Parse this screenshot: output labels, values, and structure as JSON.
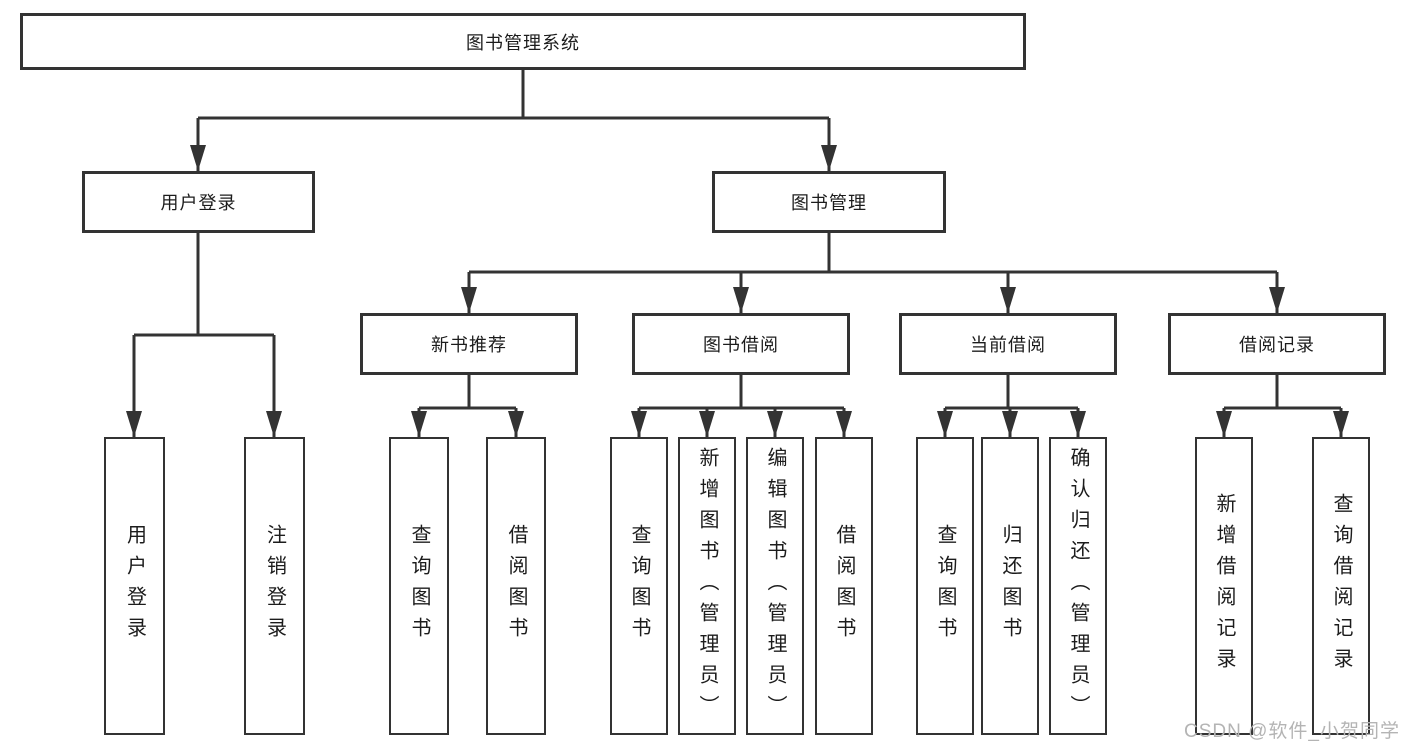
{
  "colors": {
    "line": "#333333",
    "text": "#1c1c1c",
    "watermark": "#b4b4b4",
    "background": "#ffffff"
  },
  "watermark": {
    "text": "CSDN @软件_小贺同学"
  },
  "tree": {
    "label": "图书管理系统",
    "children": [
      {
        "label": "用户登录",
        "children": [
          {
            "label": "用户登录"
          },
          {
            "label": "注销登录"
          }
        ]
      },
      {
        "label": "图书管理",
        "children": [
          {
            "label": "新书推荐",
            "children": [
              {
                "label": "查询图书"
              },
              {
                "label": "借阅图书"
              }
            ]
          },
          {
            "label": "图书借阅",
            "children": [
              {
                "label": "查询图书"
              },
              {
                "label": "新增图书（管理员）"
              },
              {
                "label": "编辑图书（管理员）"
              },
              {
                "label": "借阅图书"
              }
            ]
          },
          {
            "label": "当前借阅",
            "children": [
              {
                "label": "查询图书"
              },
              {
                "label": "归还图书"
              },
              {
                "label": "确认归还（管理员）"
              }
            ]
          },
          {
            "label": "借阅记录",
            "children": [
              {
                "label": "新增借阅记录"
              },
              {
                "label": "查询借阅记录"
              }
            ]
          }
        ]
      }
    ]
  }
}
